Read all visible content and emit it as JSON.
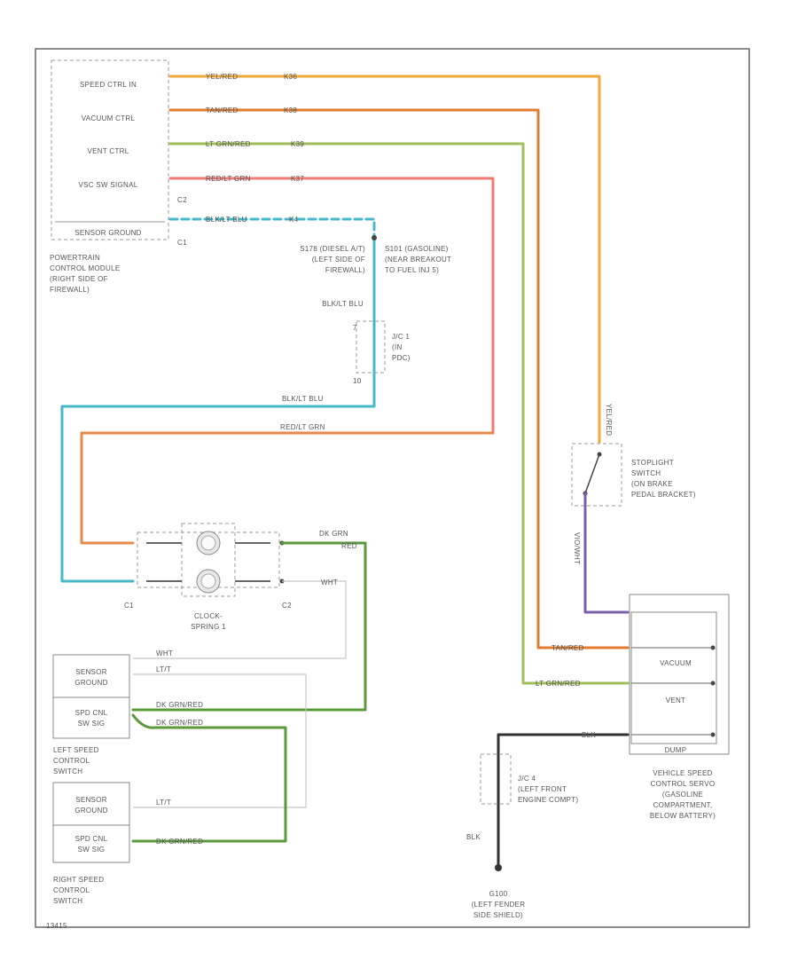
{
  "pcm": {
    "pins": [
      "SPEED CTRL IN",
      "VACUUM CTRL",
      "VENT CTRL",
      "VSC SW SIGNAL",
      "SENSOR GROUND"
    ],
    "connectors": [
      "C2",
      "C1"
    ],
    "label": [
      "POWERTRAIN",
      "CONTROL MODULE",
      "(RIGHT SIDE OF",
      "FIREWALL)"
    ]
  },
  "wires": {
    "speed": {
      "color_name": "YEL/RED",
      "circuit": "K36",
      "stroke": "#f2a93b"
    },
    "vacuum": {
      "color_name": "TAN/RED",
      "circuit": "K38",
      "stroke": "#e07b2d"
    },
    "vent": {
      "color_name": "LT GRN/RED",
      "circuit": "K39",
      "stroke": "#9fbf5a"
    },
    "signal": {
      "color_name": "RED/LT GRN",
      "circuit": "K37",
      "stroke": "#ef7b74"
    },
    "ground": {
      "color_name": "BLK/LT BLU",
      "circuit": "K4",
      "stroke": "#46b8c8"
    },
    "dkgrn": {
      "stroke": "#5b9a3c"
    },
    "wht": {
      "stroke": "#cfcfcf"
    },
    "vio": {
      "stroke": "#7b5fae"
    },
    "blk": {
      "stroke": "#333333"
    }
  },
  "splices": {
    "s178": [
      "S178 (DIESEL A/T)",
      "(LEFT SIDE OF",
      "FIREWALL)"
    ],
    "s101": [
      "S101 (GASOLINE)",
      "(NEAR BREAKOUT",
      "TO FUEL INJ 5)"
    ],
    "blk_lt_blu_1": "BLK/LT BLU",
    "blk_lt_blu_2": "BLK/LT BLU",
    "red_lt_grn": "RED/LT GRN"
  },
  "jc1": {
    "label": [
      "J/C 1",
      "(IN",
      "PDC)"
    ],
    "pin_a": "7",
    "pin_b": "10"
  },
  "clockspring": {
    "label": [
      "CLOCK-",
      "SPRING 1"
    ],
    "conn_left": "C1",
    "conn_right": "C2",
    "dk_grn": "DK GRN",
    "red": "RED",
    "wht": "WHT"
  },
  "left_switch": {
    "box": [
      "SENSOR",
      "GROUND",
      "SPD CNL",
      "SW SIG"
    ],
    "label": [
      "LEFT SPEED",
      "CONTROL",
      "SWITCH"
    ],
    "wires": [
      "WHT",
      "LT/T",
      "DK GRN/RED",
      "DK GRN/RED"
    ]
  },
  "right_switch": {
    "box": [
      "SENSOR",
      "GROUND",
      "SPD CNL",
      "SW SIG"
    ],
    "label": [
      "RIGHT SPEED",
      "CONTROL",
      "SWITCH"
    ],
    "wires": [
      "LT/T",
      "DK GRN/RED"
    ]
  },
  "stoplight": {
    "label": [
      "STOPLIGHT",
      "SWITCH",
      "(ON BRAKE",
      "PEDAL BRACKET)"
    ],
    "yel_red": "YEL/RED",
    "vio_wht": "VIO/WHT"
  },
  "servo": {
    "inside": [
      "VACUUM",
      "VENT",
      "DUMP"
    ],
    "label": [
      "VEHICLE SPEED",
      "CONTROL SERVO",
      "(GASOLINE",
      "COMPARTMENT,",
      "BELOW BATTERY)"
    ],
    "tan_red": "TAN/RED",
    "lt_grn_red": "LT GRN/RED",
    "blk": "BLK"
  },
  "jc4": {
    "label": [
      "J/C 4",
      "(LEFT FRONT",
      "ENGINE COMPT)"
    ],
    "blk": "BLK"
  },
  "ground": {
    "label": [
      "G100",
      "(LEFT FENDER",
      "SIDE SHIELD)"
    ]
  },
  "footer": "13415"
}
